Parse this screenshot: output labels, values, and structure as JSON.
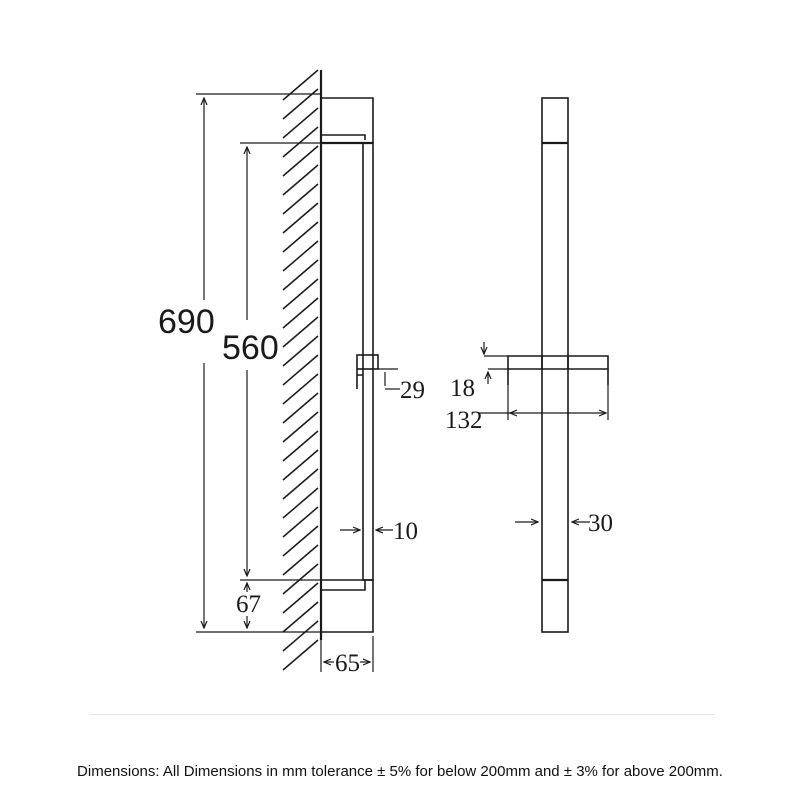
{
  "dimensions": {
    "overall_height": "690",
    "rail_length": "560",
    "bracket_height": "67",
    "wall_projection": "65",
    "slider_height": "29",
    "rail_offset": "10",
    "holder_step": "18",
    "holder_width": "132",
    "rail_width": "30"
  },
  "caption": "Dimensions: All Dimensions in mm tolerance ± 5% for below 200mm and ± 3% for above 200mm."
}
